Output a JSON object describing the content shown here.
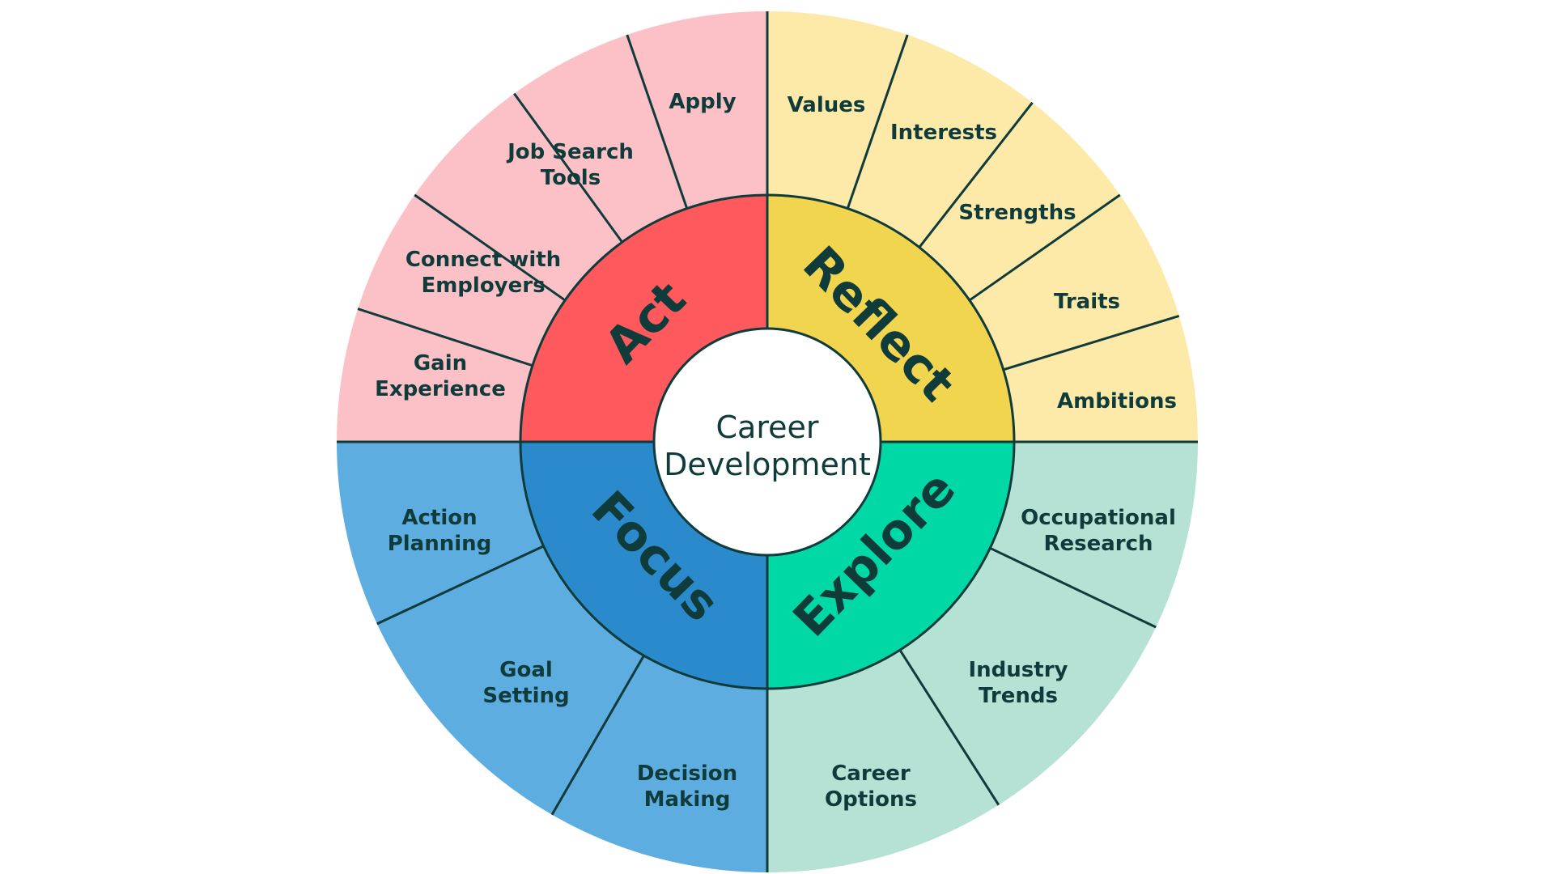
{
  "center": {
    "lines": [
      "Career",
      "Development"
    ],
    "color": "#ffffff"
  },
  "quadrants": [
    {
      "key": "reflect",
      "label": "Reflect",
      "inner_color": "#f2d54f",
      "outer_color": "#fdeaa9",
      "items": [
        [
          "Values"
        ],
        [
          "Interests"
        ],
        [
          "Strengths"
        ],
        [
          "Traits"
        ],
        [
          "Ambitions"
        ]
      ]
    },
    {
      "key": "explore",
      "label": "Explore",
      "inner_color": "#00d9a6",
      "outer_color": "#b5e2d4",
      "items": [
        [
          "Occupational",
          "Research"
        ],
        [
          "Industry",
          "Trends"
        ],
        [
          "Career",
          "Options"
        ]
      ]
    },
    {
      "key": "focus",
      "label": "Focus",
      "inner_color": "#2b8acb",
      "outer_color": "#5eade0",
      "items": [
        [
          "Decision",
          "Making"
        ],
        [
          "Goal",
          "Setting"
        ],
        [
          "Action",
          "Planning"
        ]
      ]
    },
    {
      "key": "act",
      "label": "Act",
      "inner_color": "#fe595d",
      "outer_color": "#fcc1c7",
      "items": [
        [
          "Gain",
          "Experience"
        ],
        [
          "Connect with",
          "Employers"
        ],
        [
          "Job Search",
          "Tools"
        ],
        [
          "Apply"
        ]
      ]
    }
  ],
  "line_color": "#0f3b3a",
  "text_color": "#0f3b3a"
}
